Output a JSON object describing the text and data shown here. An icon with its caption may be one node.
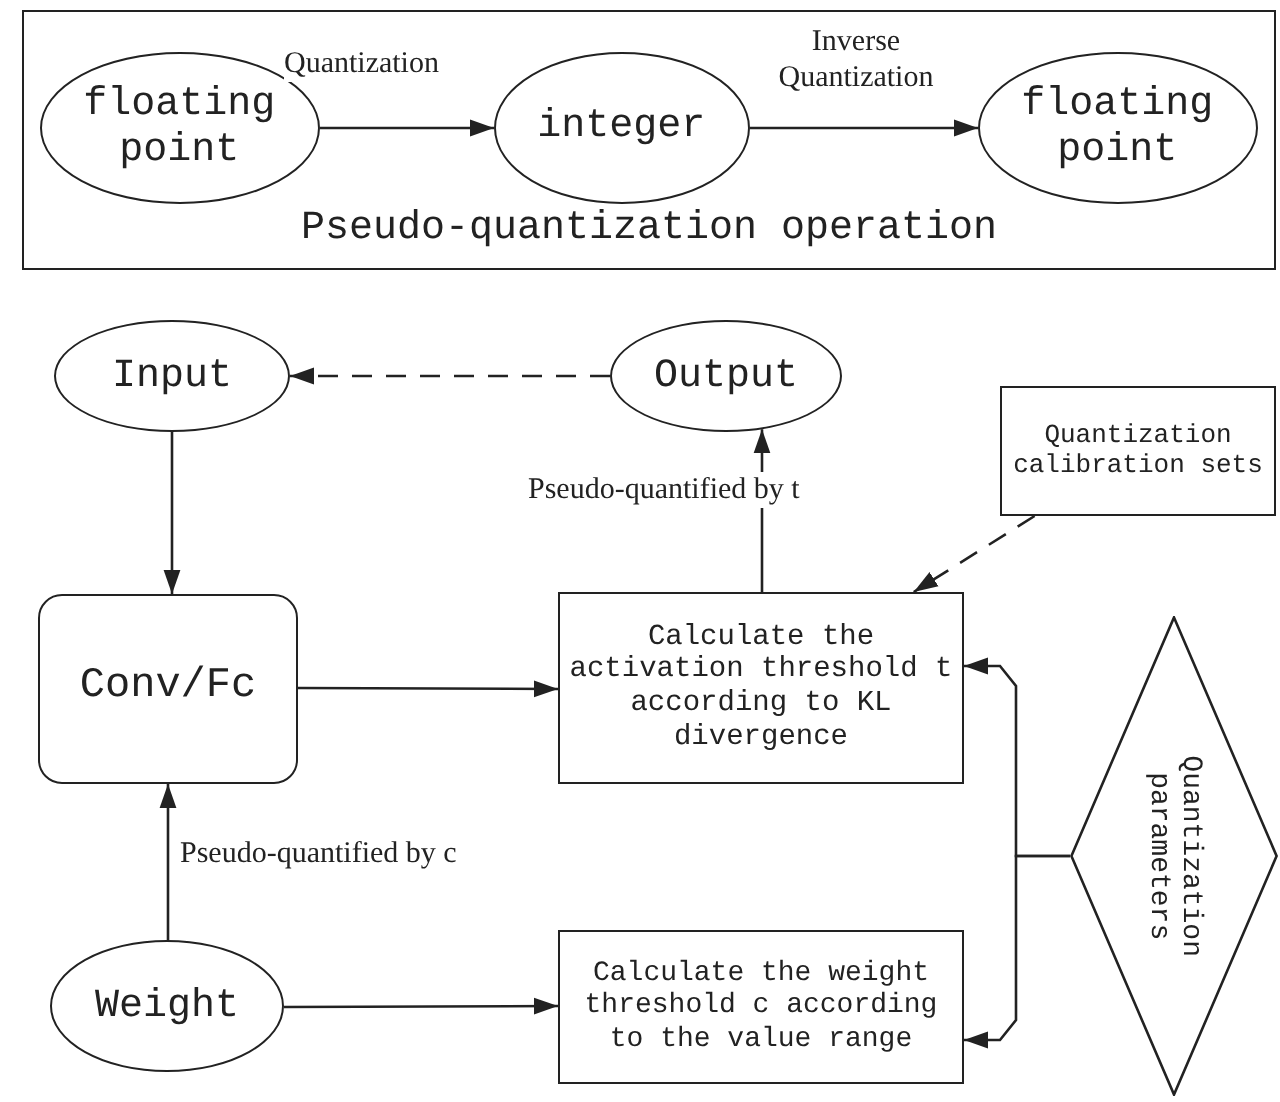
{
  "diagram": {
    "nodes": [
      {
        "text": [
          "Pseudo-quantization operation"
        ]
      },
      {
        "text": [
          "floating point"
        ],
        "in": 0
      },
      {
        "text": [
          "integer"
        ],
        "in": 0
      },
      {
        "text": [
          "floating point"
        ],
        "in": 0
      },
      {
        "text": [
          "Input"
        ]
      },
      {
        "text": [
          "Output"
        ]
      },
      {
        "text": [
          "Quantization calibration sets"
        ]
      },
      {
        "text": [
          "Conv/Fc"
        ]
      },
      {
        "text": [
          "Calculate the activation threshold t according to KL divergence"
        ]
      },
      {
        "text": [
          "Weight"
        ]
      },
      {
        "text": [
          "Calculate the weight threshold c according to the value range"
        ]
      },
      {
        "text": [
          "Quantization parameters"
        ]
      }
    ],
    "edges": [
      {
        "from": 1,
        "to": 2,
        "arrow": "to",
        "label": "Quantization"
      },
      {
        "from": 2,
        "to": 3,
        "arrow": "to",
        "label": "Inverse Quantization"
      },
      {
        "from": 5,
        "to": 4,
        "arrow": "to",
        "style": "dashed"
      },
      {
        "from": 4,
        "to": 7,
        "arrow": "to"
      },
      {
        "from": 7,
        "to": 8,
        "arrow": "to"
      },
      {
        "from": 8,
        "to": 5,
        "arrow": "to",
        "label": "Pseudo-quantified by t"
      },
      {
        "from": 6,
        "to": 8,
        "arrow": "to",
        "style": "dashed"
      },
      {
        "from": 9,
        "to": 7,
        "arrow": "to",
        "label": "Pseudo-quantified by c"
      },
      {
        "from": 9,
        "to": 10,
        "arrow": "to"
      },
      {
        "from": 11,
        "to": 8,
        "arrow": "to"
      },
      {
        "from": 11,
        "to": 10,
        "arrow": "to"
      }
    ]
  }
}
